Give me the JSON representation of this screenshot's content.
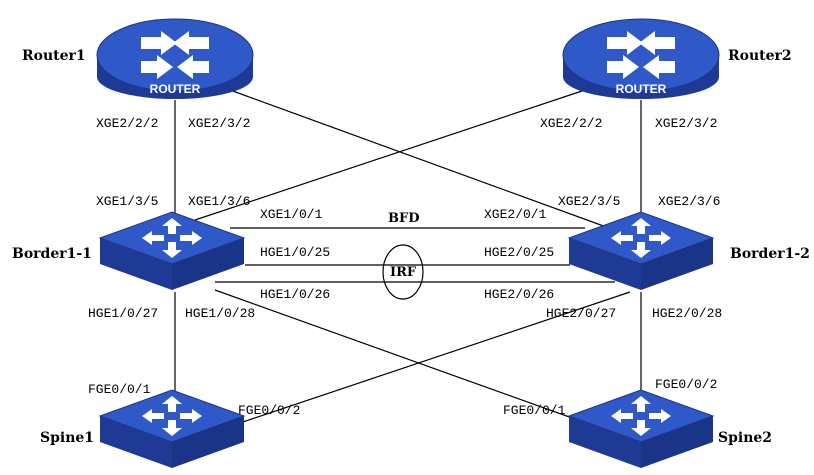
{
  "colors": {
    "device_top": "#2f58c8",
    "device_side": "#1e3a94",
    "device_band": "#1a3587",
    "line": "#000000",
    "arrow": "#ffffff"
  },
  "devices": {
    "router1": {
      "label": "Router1",
      "badge": "ROUTER",
      "icon": "router-icon"
    },
    "router2": {
      "label": "Router2",
      "badge": "ROUTER",
      "icon": "router-icon"
    },
    "border1": {
      "label": "Border1-1",
      "icon": "switch-icon"
    },
    "border2": {
      "label": "Border1-2",
      "icon": "switch-icon"
    },
    "spine1": {
      "label": "Spine1",
      "icon": "switch-icon"
    },
    "spine2": {
      "label": "Spine2",
      "icon": "switch-icon"
    }
  },
  "links": {
    "bfd": "BFD",
    "irf": "IRF"
  },
  "ports": {
    "r1_a": "XGE2/2/2",
    "r1_b": "XGE2/3/2",
    "r2_a": "XGE2/2/2",
    "r2_b": "XGE2/3/2",
    "b1_up_a": "XGE1/3/5",
    "b1_up_b": "XGE1/3/6",
    "b2_up_a": "XGE2/3/5",
    "b2_up_b": "XGE2/3/6",
    "b1_bfd": "XGE1/0/1",
    "b2_bfd": "XGE2/0/1",
    "b1_irf1": "HGE1/0/25",
    "b2_irf1": "HGE2/0/25",
    "b1_irf2": "HGE1/0/26",
    "b2_irf2": "HGE2/0/26",
    "b1_down_a": "HGE1/0/27",
    "b1_down_b": "HGE1/0/28",
    "b2_down_a": "HGE2/0/27",
    "b2_down_b": "HGE2/0/28",
    "s1_a": "FGE0/0/1",
    "s1_b": "FGE0/0/2",
    "s2_a": "FGE0/0/1",
    "s2_b": "FGE0/0/2"
  }
}
